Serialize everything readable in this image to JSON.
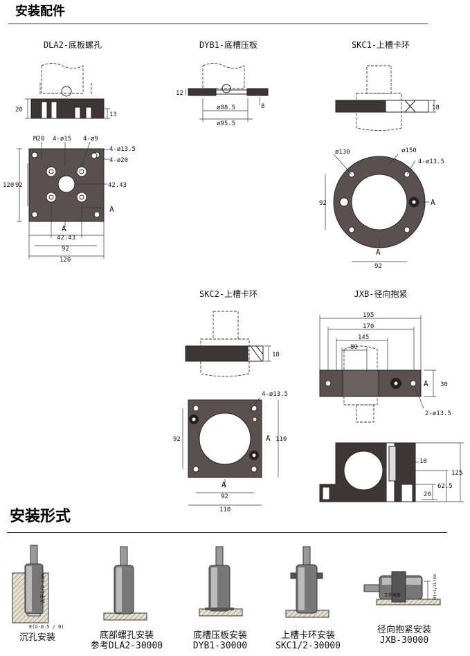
{
  "sections": {
    "accessories_title": "安装配件",
    "install_title": "安装形式"
  },
  "parts": {
    "dla2": {
      "title": "DLA2-底板螺孔",
      "dims": [
        "20",
        "13",
        "M20",
        "4-ø15",
        "4-ø9",
        "4-ø13.5",
        "4-ø20",
        "120",
        "92",
        "42.43",
        "A",
        "42.43",
        "A",
        "92",
        "120"
      ]
    },
    "dyb1": {
      "title": "DYB1-底槽压板",
      "dims": [
        "12",
        "8",
        "ø88.5",
        "ø95.5"
      ]
    },
    "skc1": {
      "title": "SKC1-上槽卡环",
      "dims": [
        "18",
        "ø130",
        "ø150",
        "4-ø13.5",
        "92",
        "A",
        "A",
        "92"
      ]
    },
    "skc2": {
      "title": "SKC2-上槽卡环",
      "dims": [
        "18",
        "4-ø13.5",
        "92",
        "A",
        "110",
        "A",
        "92",
        "110"
      ]
    },
    "jxb": {
      "title": "JXB-径向抱紧",
      "dims": [
        "195",
        "170",
        "145",
        "80",
        "A",
        "30",
        "2-ø13.5",
        "10",
        "125",
        "62.5",
        "20"
      ]
    }
  },
  "install": {
    "items": [
      {
        "line1": "沉孔安装",
        "line2": ""
      },
      {
        "line1": "底部螺孔安装",
        "line2": "参考DLA2-30000"
      },
      {
        "line1": "底槽压板安装",
        "line2": "DYB1-30000"
      },
      {
        "line1": "上槽卡环安装",
        "line2": "SKC1/2-30000"
      },
      {
        "line1": "径向抱紧安装",
        "line2": "JXB-30000"
      }
    ],
    "annotations": [
      "大于1/2 Lmm",
      "E(d-0.5 / 0)",
      "工作高度",
      "H(<1/2L)mm"
    ]
  }
}
